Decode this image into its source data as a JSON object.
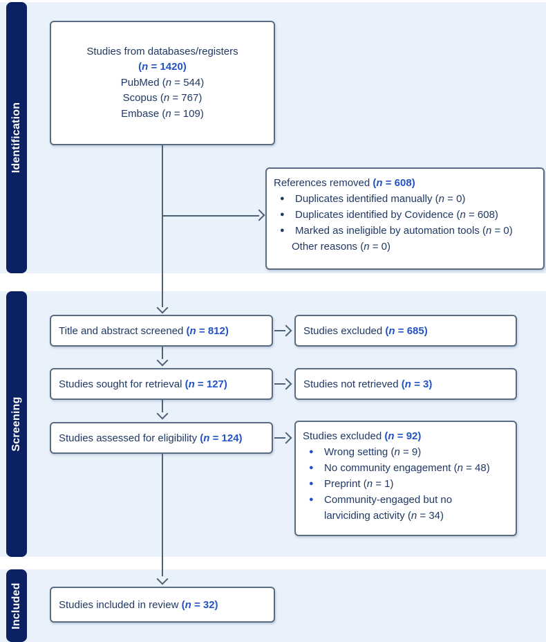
{
  "colors": {
    "band": "#e9f1fb",
    "sidebar": "#0b2161",
    "box_border": "#596b80",
    "arrow": "#4c6174",
    "text": "#1f3864",
    "accent": "#2253c4"
  },
  "sidebar": {
    "sections": [
      {
        "label": "Identification"
      },
      {
        "label": "Screening"
      },
      {
        "label": "Included"
      }
    ]
  },
  "boxes": {
    "databases": {
      "lines": [
        {
          "runs": [
            {
              "t": "Studies from databases/registers",
              "kind": "text"
            }
          ]
        },
        {
          "runs": [
            {
              "t": "(n = 1420)",
              "kind": "nStrong"
            }
          ]
        },
        {
          "runs": [
            {
              "t": "PubMed ",
              "kind": "text"
            },
            {
              "t": "(n = 544)",
              "kind": "n"
            }
          ]
        },
        {
          "runs": [
            {
              "t": "Scopus ",
              "kind": "text"
            },
            {
              "t": "(n = 767)",
              "kind": "n"
            }
          ]
        },
        {
          "runs": [
            {
              "t": "Embase ",
              "kind": "text"
            },
            {
              "t": "(n = 109)",
              "kind": "n"
            }
          ]
        }
      ]
    },
    "references_removed": {
      "bullet_accent": false,
      "lines": [
        {
          "runs": [
            {
              "t": "References removed ",
              "kind": "text"
            },
            {
              "t": "(n = 608)",
              "kind": "nStrong"
            }
          ]
        },
        {
          "bullet": true,
          "runs": [
            {
              "t": "Duplicates identified manually ",
              "kind": "text"
            },
            {
              "t": "(n = 0)",
              "kind": "n"
            }
          ]
        },
        {
          "bullet": true,
          "runs": [
            {
              "t": "Duplicates identified by Covidence ",
              "kind": "text"
            },
            {
              "t": "(n = 608)",
              "kind": "n"
            }
          ]
        },
        {
          "bullet": true,
          "runs": [
            {
              "t": "Marked as ineligible by automation tools ",
              "kind": "text"
            },
            {
              "t": "(n = 0)",
              "kind": "n"
            }
          ]
        },
        {
          "indent": true,
          "runs": [
            {
              "t": "Other reasons ",
              "kind": "text"
            },
            {
              "t": "(n = 0)",
              "kind": "n"
            }
          ]
        }
      ]
    },
    "title_abstract": {
      "lines": [
        {
          "runs": [
            {
              "t": "Title and abstract screened ",
              "kind": "text"
            },
            {
              "t": "(n = 812)",
              "kind": "nStrong"
            }
          ]
        }
      ]
    },
    "excluded_title": {
      "lines": [
        {
          "runs": [
            {
              "t": "Studies excluded ",
              "kind": "text"
            },
            {
              "t": "(n = 685)",
              "kind": "nStrong"
            }
          ]
        }
      ]
    },
    "sought": {
      "lines": [
        {
          "runs": [
            {
              "t": "Studies sought for retrieval ",
              "kind": "text"
            },
            {
              "t": "(n = 127)",
              "kind": "nStrong"
            }
          ]
        }
      ]
    },
    "not_retrieved": {
      "lines": [
        {
          "runs": [
            {
              "t": "Studies not retrieved ",
              "kind": "text"
            },
            {
              "t": "(n = 3)",
              "kind": "nStrong"
            }
          ]
        }
      ]
    },
    "assessed": {
      "lines": [
        {
          "runs": [
            {
              "t": "Studies assessed for eligibility ",
              "kind": "text"
            },
            {
              "t": "(n = 124)",
              "kind": "nStrong"
            }
          ]
        }
      ]
    },
    "excluded_eligibility": {
      "bullet_accent": true,
      "lines": [
        {
          "runs": [
            {
              "t": "Studies excluded ",
              "kind": "text"
            },
            {
              "t": "(n = 92)",
              "kind": "nStrong"
            }
          ]
        },
        {
          "bullet": true,
          "runs": [
            {
              "t": "Wrong setting ",
              "kind": "text"
            },
            {
              "t": "(n = 9)",
              "kind": "n"
            }
          ]
        },
        {
          "bullet": true,
          "runs": [
            {
              "t": "No community engagement ",
              "kind": "text"
            },
            {
              "t": "(n = 48)",
              "kind": "n"
            }
          ]
        },
        {
          "bullet": true,
          "runs": [
            {
              "t": "Preprint ",
              "kind": "text"
            },
            {
              "t": "(n = 1)",
              "kind": "n"
            }
          ]
        },
        {
          "bullet": true,
          "runs": [
            {
              "t": "Community-engaged but no",
              "kind": "text"
            },
            {
              "kind": "br"
            },
            {
              "t": "larviciding activity ",
              "kind": "text"
            },
            {
              "t": "(n = 34)",
              "kind": "n"
            }
          ]
        }
      ]
    },
    "included": {
      "lines": [
        {
          "runs": [
            {
              "t": "Studies included in review ",
              "kind": "text"
            },
            {
              "t": "(n = 32)",
              "kind": "nStrong"
            }
          ]
        }
      ]
    }
  }
}
